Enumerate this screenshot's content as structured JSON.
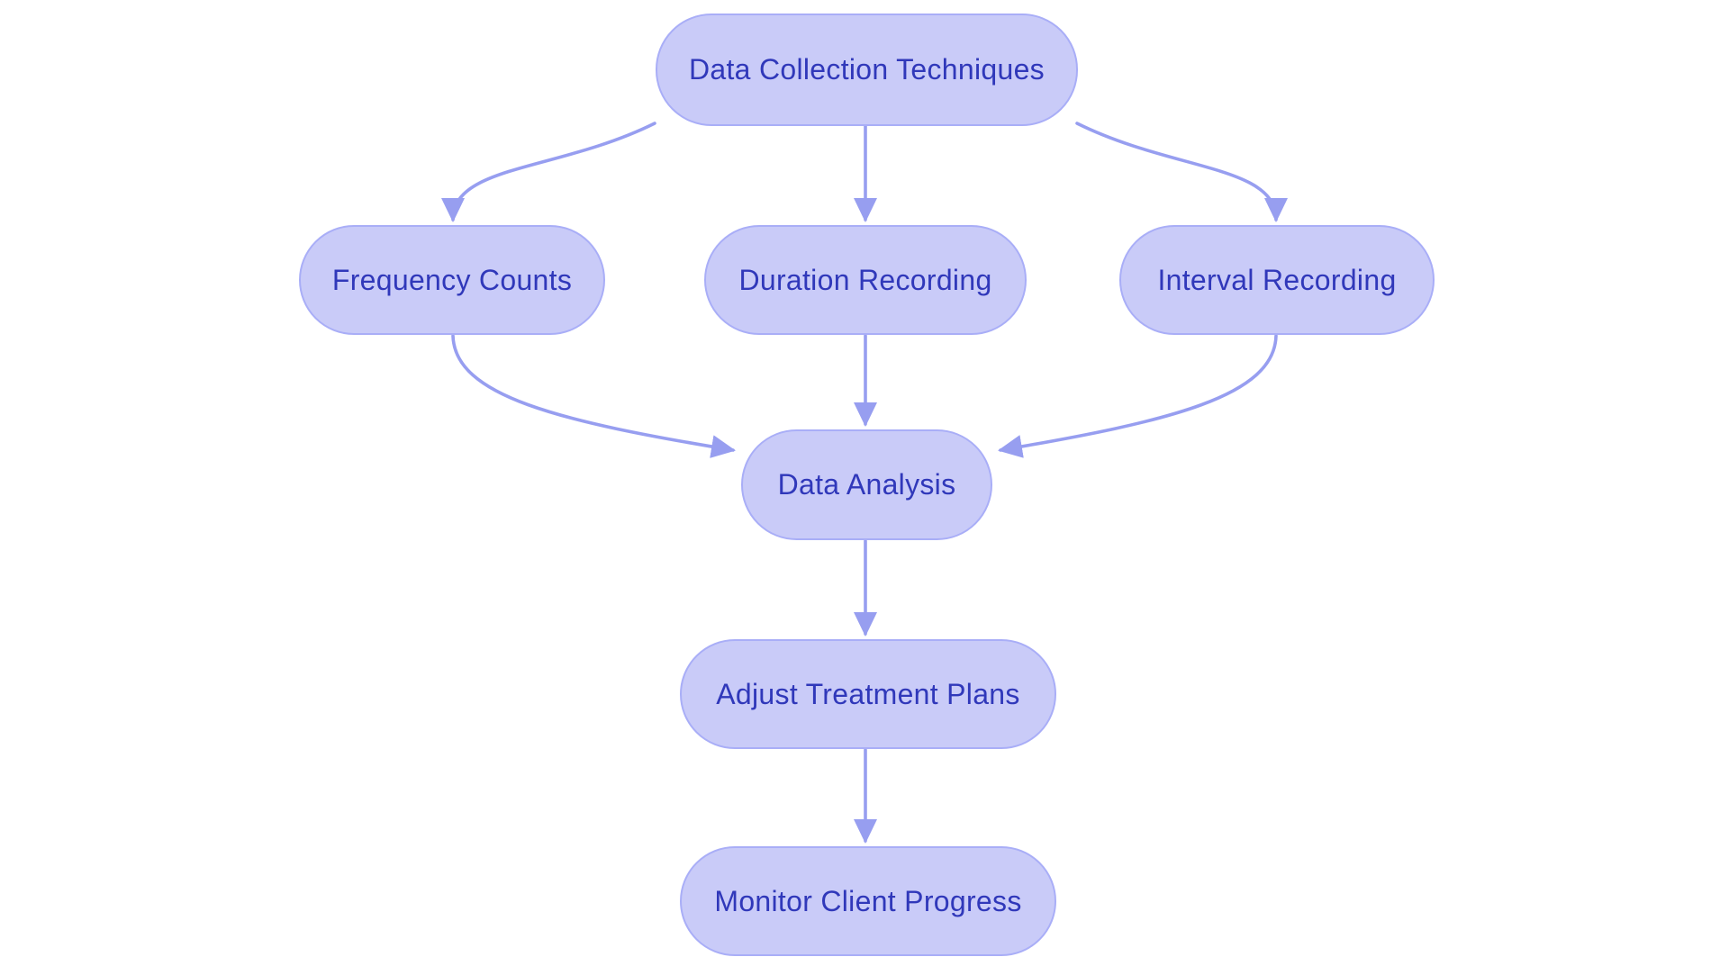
{
  "diagram": {
    "type": "flowchart",
    "direction": "top-down",
    "colors": {
      "node_fill": "#c9cbf8",
      "node_border": "#a9aef7",
      "arrow": "#979ef0",
      "text": "#3038ba",
      "background": "#ffffff"
    },
    "nodes": [
      {
        "id": "data-collection-techniques",
        "label": "Data Collection Techniques"
      },
      {
        "id": "frequency-counts",
        "label": "Frequency Counts"
      },
      {
        "id": "duration-recording",
        "label": "Duration Recording"
      },
      {
        "id": "interval-recording",
        "label": "Interval Recording"
      },
      {
        "id": "data-analysis",
        "label": "Data Analysis"
      },
      {
        "id": "adjust-treatment-plans",
        "label": "Adjust Treatment Plans"
      },
      {
        "id": "monitor-client-progress",
        "label": "Monitor Client Progress"
      }
    ],
    "edges": [
      {
        "from": "data-collection-techniques",
        "to": "frequency-counts"
      },
      {
        "from": "data-collection-techniques",
        "to": "duration-recording"
      },
      {
        "from": "data-collection-techniques",
        "to": "interval-recording"
      },
      {
        "from": "frequency-counts",
        "to": "data-analysis"
      },
      {
        "from": "duration-recording",
        "to": "data-analysis"
      },
      {
        "from": "interval-recording",
        "to": "data-analysis"
      },
      {
        "from": "data-analysis",
        "to": "adjust-treatment-plans"
      },
      {
        "from": "adjust-treatment-plans",
        "to": "monitor-client-progress"
      }
    ]
  }
}
